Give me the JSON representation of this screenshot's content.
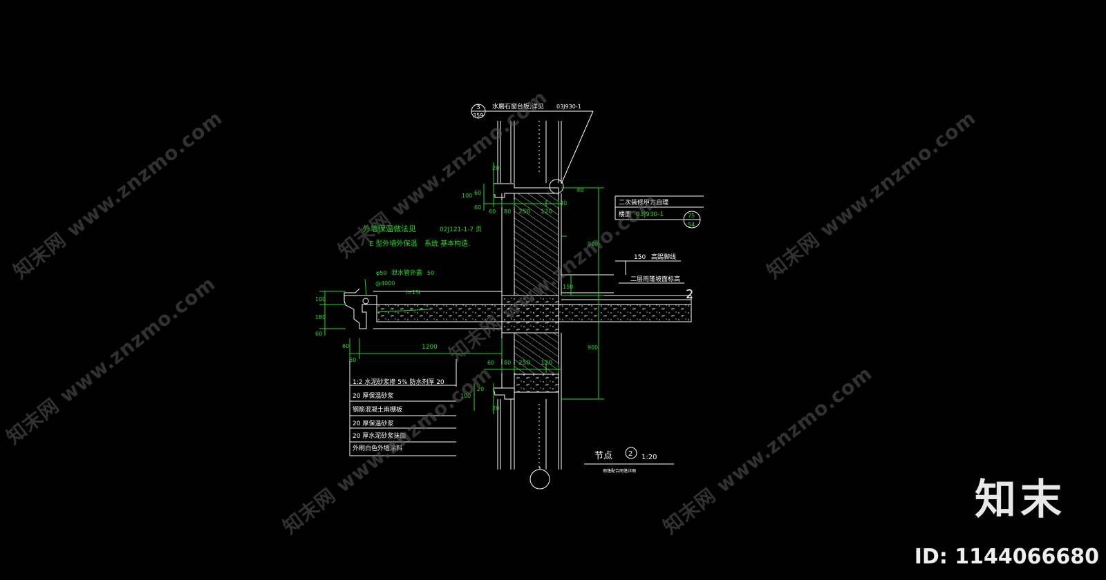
{
  "drawing": {
    "callout_top": {
      "num": "3",
      "sheet": "359",
      "text": "水磨石窗台板,详见",
      "ref": "03J930-1"
    },
    "callout_right": {
      "line1": "二次装修甲方自理",
      "line2_label": "楼面",
      "line2_ref": "03J930-1",
      "num": "75",
      "sheet": "54"
    },
    "callout_green": {
      "line1": "外墙保温做法见",
      "line1_ref": "02J121-1-7 页",
      "line2": "E 型外墙外保温",
      "line2_b": "系统 基本构造."
    },
    "drain": {
      "label1": "φ50",
      "label2": "泄水管外露",
      "label3": "50",
      "label4": "@4000",
      "slope": "i=1%"
    },
    "right_labels": {
      "skirting_num": "150",
      "skirting": "高踢脚线",
      "floor": "二层雨篷坡面标高",
      "axis": "2"
    },
    "dims": {
      "d20a": "20",
      "d100a": "100",
      "d60a": "60",
      "d60b": "60",
      "d60c": "60",
      "d80a": "80",
      "d250a": "250",
      "d120a": "120",
      "d40a": "40",
      "d40b": "40",
      "d900a": "900",
      "d900b": "900",
      "d150": "150",
      "d100b": "100",
      "d180": "180",
      "d60d": "60",
      "d60e": "60",
      "d1200": "1200",
      "d60f": "60",
      "d60g": "60",
      "d80b": "80",
      "d250b": "250",
      "d120b": "120",
      "d20b": "20",
      "d100c": "100",
      "d20c": "20"
    },
    "layers": [
      "1:2 水泥砂浆掺 5% 防水剂厚 20",
      "20 厚保温砂浆",
      "钢筋混凝土雨棚板",
      "20 厚保温砂浆",
      "20 厚水泥砂浆抹面",
      "外刷白色外墙涂料"
    ],
    "title": {
      "label": "节点",
      "num": "2",
      "scale": "1:20",
      "sub": "雨篷配合雨篷详图"
    }
  },
  "watermarks": [
    {
      "text": "知末网 www.znzmo.com"
    },
    {
      "text": "知末网 www.znzmo.com"
    },
    {
      "text": "知末网 www.znzmo.com"
    },
    {
      "text": "知末网 www.znzmo.com"
    },
    {
      "text": "知末网 www.znzmo.com"
    },
    {
      "text": "知末网 www.znzmo.com"
    },
    {
      "text": "知末网 www.znzmo.com"
    }
  ],
  "brand": "知末",
  "id_text": "ID: 1144066680",
  "colors": {
    "background": "#000000",
    "lines": "#ffffff",
    "dims": "#22dd22",
    "text_green": "#22dd22",
    "watermark": "#5a5a5a"
  }
}
